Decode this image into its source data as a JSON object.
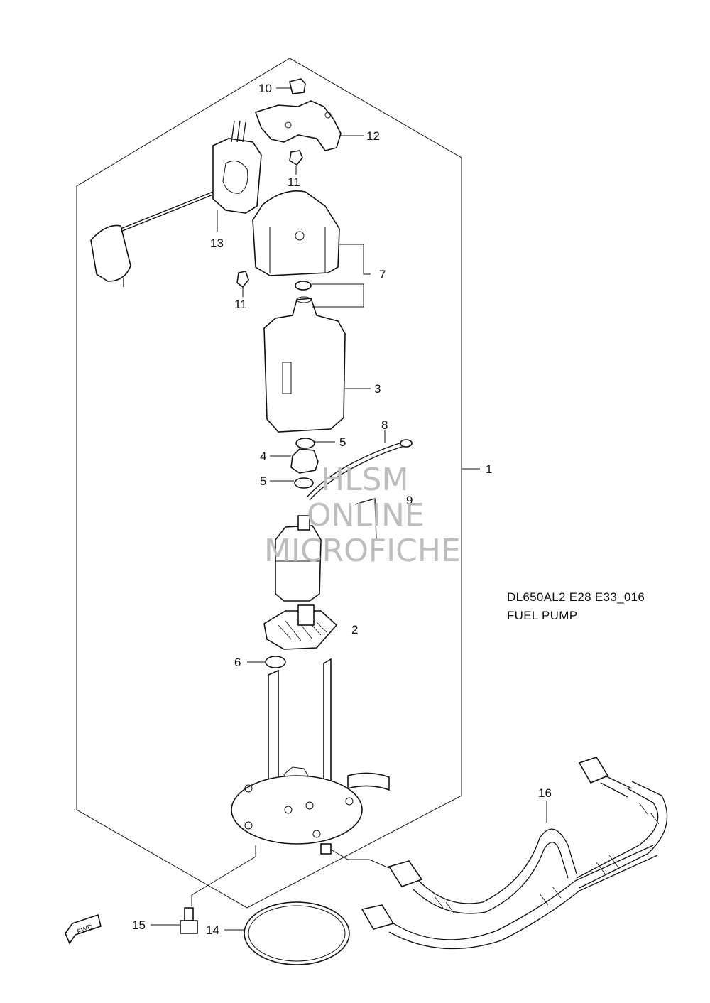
{
  "watermark": {
    "line1": "HLSM",
    "line2": "ONLINE",
    "line3": "MICROFICHE"
  },
  "caption": {
    "model_code": "DL650AL2 E28 E33_016",
    "title": "FUEL PUMP"
  },
  "fwd_arrow": "FWD",
  "callouts": {
    "c1": "1",
    "c2": "2",
    "c3": "3",
    "c4": "4",
    "c5a": "5",
    "c5b": "5",
    "c6": "6",
    "c7": "7",
    "c8": "8",
    "c9": "9",
    "c10": "10",
    "c11a": "11",
    "c11b": "11",
    "c12": "12",
    "c13": "13",
    "c14": "14",
    "c15": "15",
    "c16": "16"
  }
}
